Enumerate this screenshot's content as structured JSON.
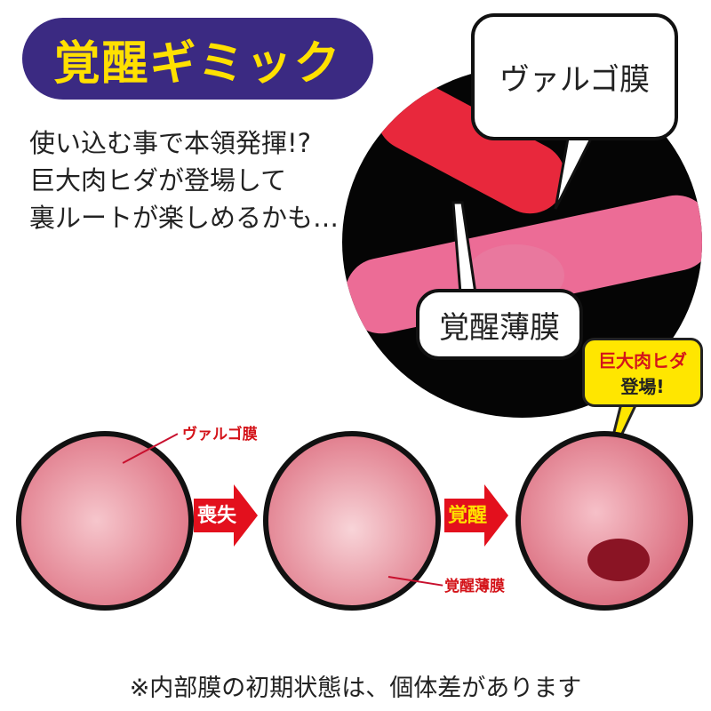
{
  "title": "覚醒ギミック",
  "intro_lines": [
    "使い込む事で本領発揮!?",
    "巨大肉ヒダが登場して",
    "裏ルートが楽しめるかも…"
  ],
  "diagram": {
    "callout_top": "ヴァルゴ膜",
    "callout_bottom": "覚醒薄膜",
    "highlight_line1": "巨大肉ヒダ",
    "highlight_line2": "登場!"
  },
  "sequence": {
    "label_varugo": "ヴァルゴ膜",
    "arrow1": "喪失",
    "arrow2": "覚醒",
    "label_kakusei": "覚醒薄膜"
  },
  "footnote": "※内部膜の初期状態は、個体差があります",
  "colors": {
    "title_bg": "#3b2a82",
    "title_text": "#ffe000",
    "accent_red": "#d4141a",
    "callout_yellow": "#ffe600"
  }
}
